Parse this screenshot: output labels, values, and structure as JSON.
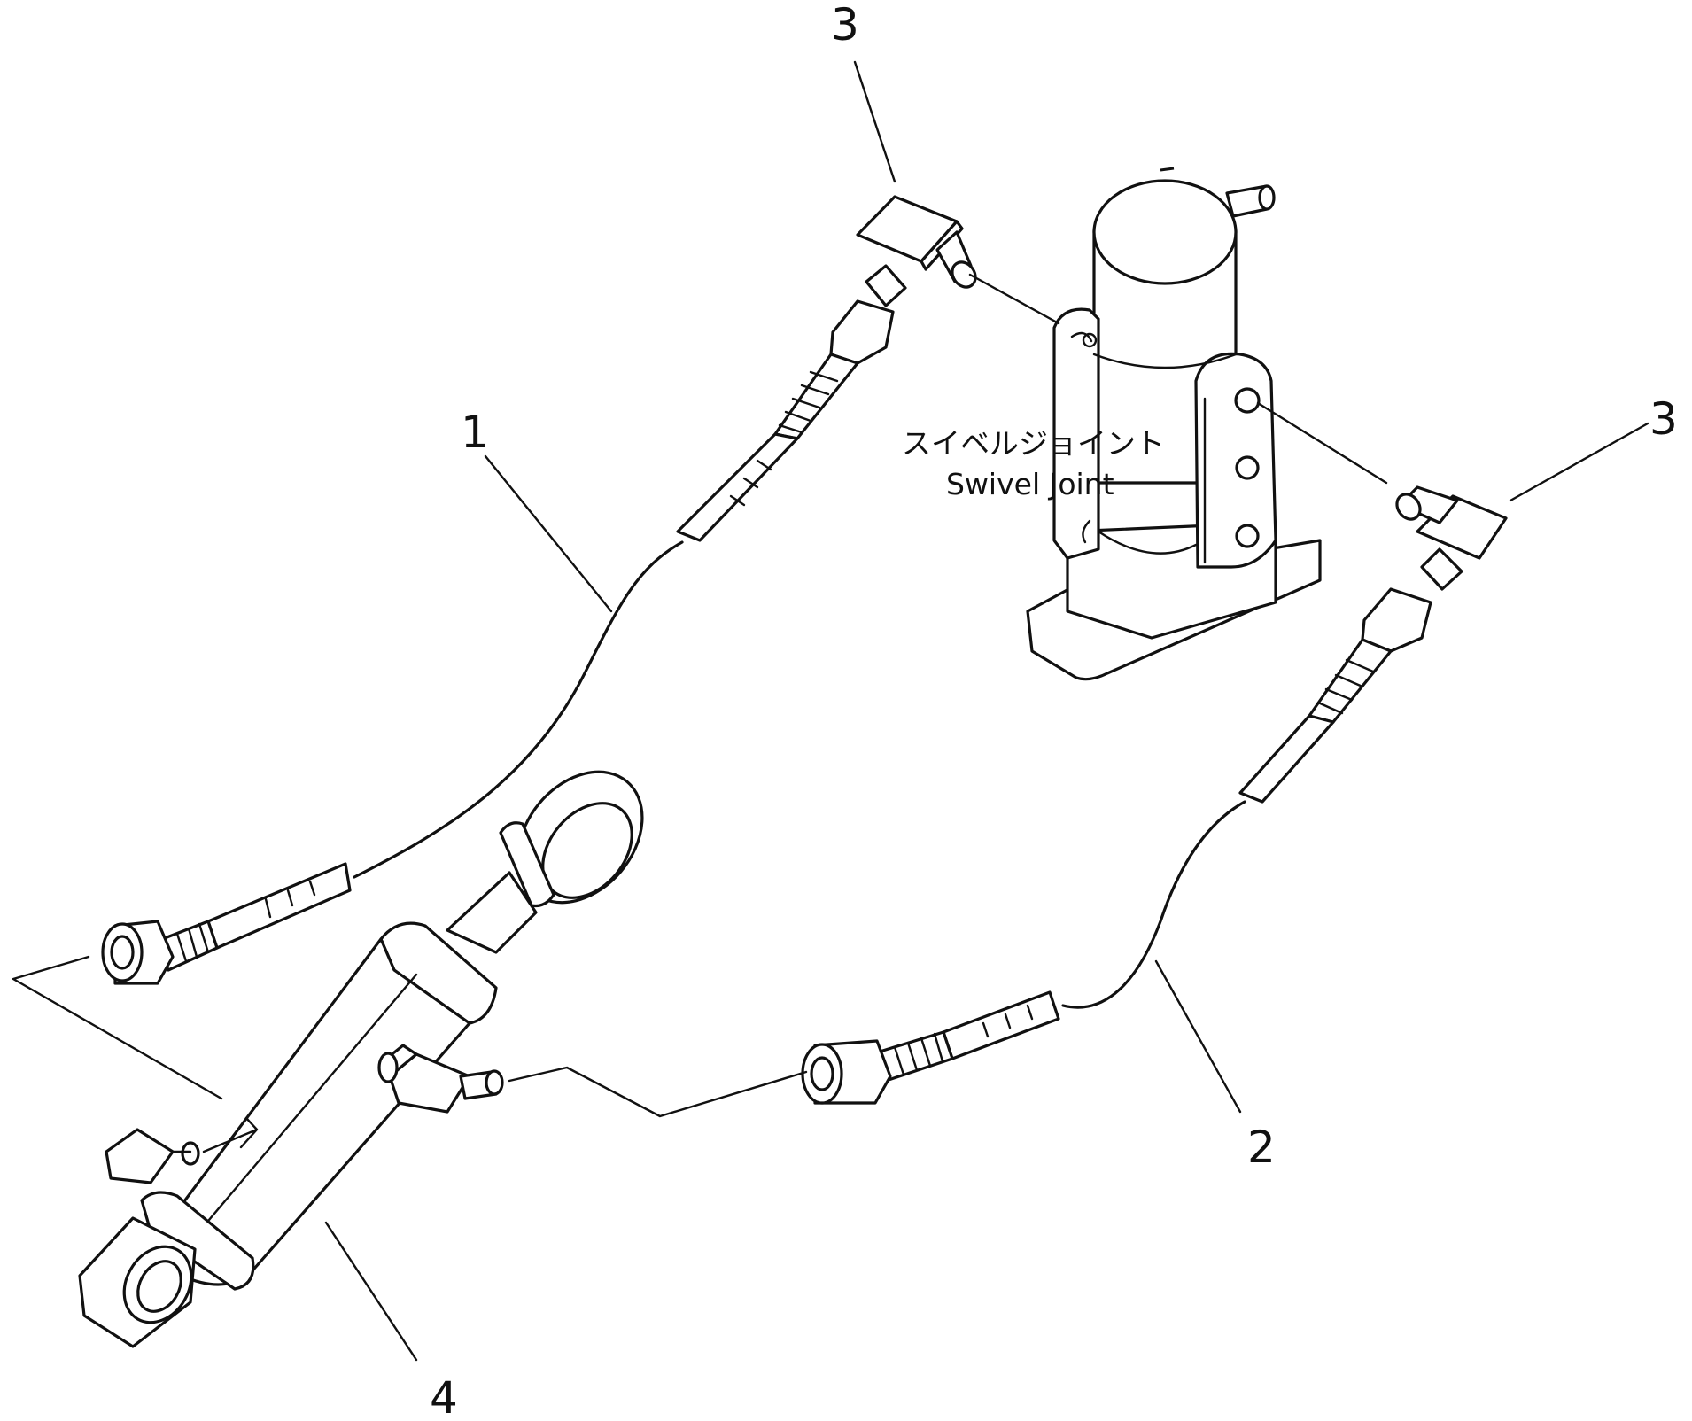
{
  "callouts": {
    "hose_1": "1",
    "hose_2": "2",
    "elbow_top": "3",
    "elbow_right": "3",
    "cylinder": "4"
  },
  "swivel_joint": {
    "label_ja": "スイベルジョイント",
    "label_en": "Swivel Joint"
  }
}
